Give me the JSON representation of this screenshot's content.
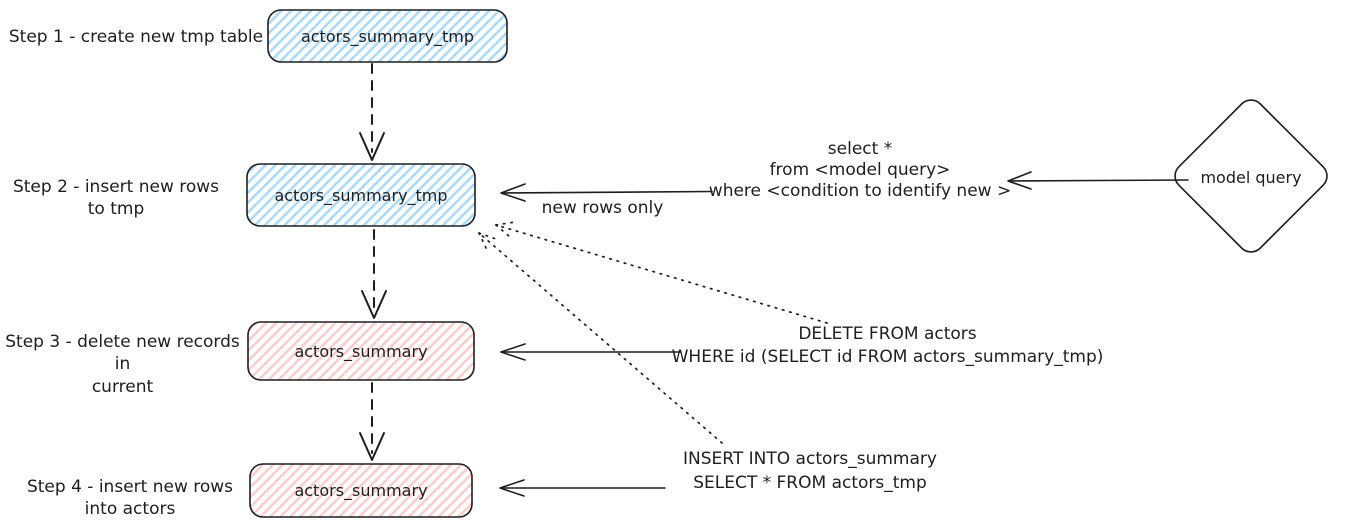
{
  "diagram": {
    "steps": [
      {
        "label": "Step 1 - create new tmp table",
        "node": "actors_summary_tmp",
        "node_color": "blue"
      },
      {
        "label": "Step 2 - insert new rows\nto tmp",
        "node": "actors_summary_tmp",
        "node_color": "blue"
      },
      {
        "label": "Step 3 - delete new records in\ncurrent",
        "node": "actors_summary",
        "node_color": "red"
      },
      {
        "label": "Step 4 - insert new rows\ninto actors",
        "node": "actors_summary",
        "node_color": "red"
      }
    ],
    "decision_node": {
      "label": "model query"
    },
    "annotations": {
      "new_rows_only": "new rows only",
      "select_query": "select *\nfrom <model query>\nwhere <condition to identify new >",
      "delete_sql": "DELETE FROM actors\nWHERE id (SELECT id FROM actors_summary_tmp)",
      "insert_sql": "INSERT INTO actors_summary\nSELECT * FROM actors_tmp"
    },
    "colors": {
      "blue_fill": "#a5d8ff",
      "red_fill": "#ffc9c9",
      "stroke": "#1e1e1e",
      "background": "#ffffff"
    }
  }
}
